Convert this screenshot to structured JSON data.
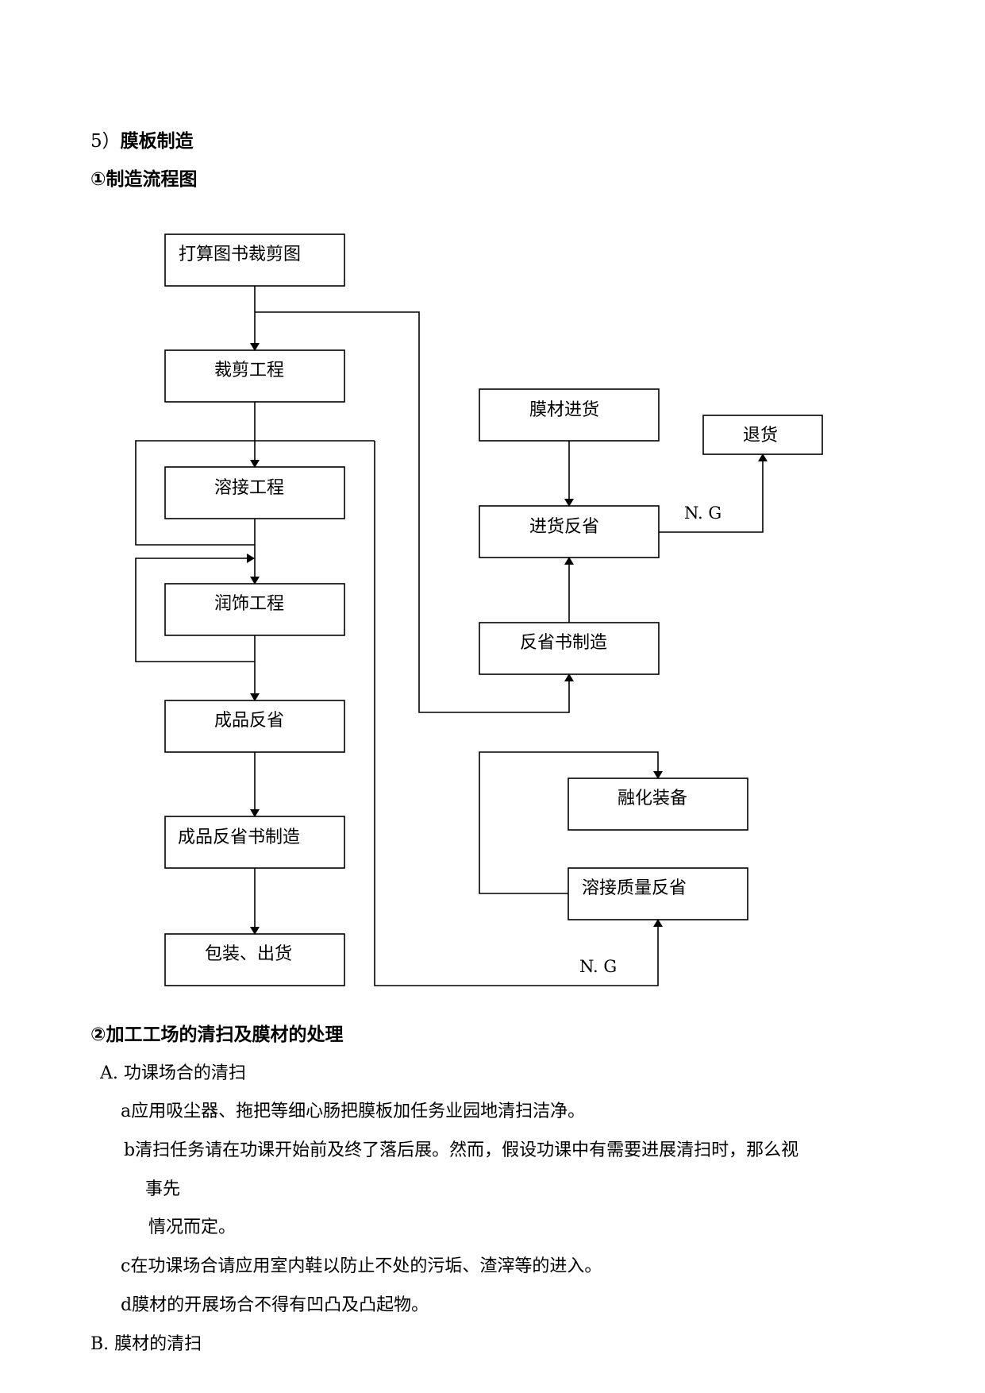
{
  "section": {
    "number": "5）",
    "title": "膜板制造"
  },
  "sub1": {
    "title": "①制造流程图"
  },
  "flow": {
    "boxes": {
      "plan": "打算图书裁剪图",
      "cut": "裁剪工程",
      "weld": "溶接工程",
      "finish": "润饰工程",
      "product_check": "成品反省",
      "product_report": "成品反省书制造",
      "pack": "包装、出货",
      "purchase": "膜材进货",
      "incoming_check": "进货反省",
      "return": "退货",
      "check_report": "反省书制造",
      "fusion": "融化装备",
      "weld_check": "溶接质量反省"
    },
    "ng_top": "N. G",
    "ng_bottom": "N. G"
  },
  "sub2": {
    "title": "②加工工场的清扫及膜材的处理"
  },
  "lines": {
    "A": "A. 功课场合的清扫",
    "a": "a应用吸尘器、拖把等细心肠把膜板加任务业园地清扫洁净。",
    "b1": "b清扫任务请在功课开始前及终了落后展。然而，假设功课中有需要进展清扫时，那么视",
    "b2": "事先",
    "b3": "情况而定。",
    "c": "c在功课场合请应用室内鞋以防止不处的污垢、渣滓等的进入。",
    "d": "d膜材的开展场合不得有凹凸及凸起物。",
    "B": "B. 膜材的清扫"
  }
}
